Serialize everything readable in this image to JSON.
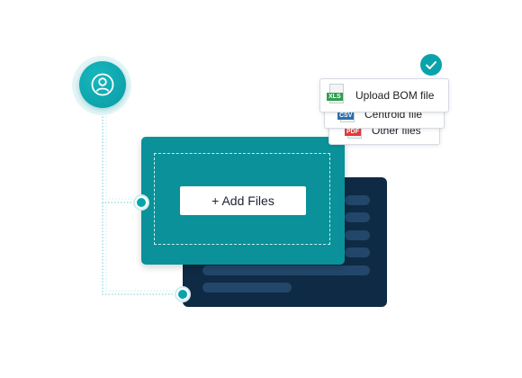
{
  "avatar": {
    "icon": "user-icon"
  },
  "upload_card": {
    "add_files_label": "+ Add Files"
  },
  "file_types": [
    {
      "label": "Upload BOM file",
      "tag": "XLS",
      "tag_color": "#2e9e4f"
    },
    {
      "label": "Centroid file",
      "tag": "CSV",
      "tag_color": "#2c6fb0"
    },
    {
      "label": "Other files",
      "tag": "PDF",
      "tag_color": "#e03a3a"
    }
  ],
  "status": {
    "icon": "checkmark-icon"
  },
  "colors": {
    "teal": "#0a9199",
    "navy": "#0f2a44",
    "accent": "#0aa3ab"
  }
}
